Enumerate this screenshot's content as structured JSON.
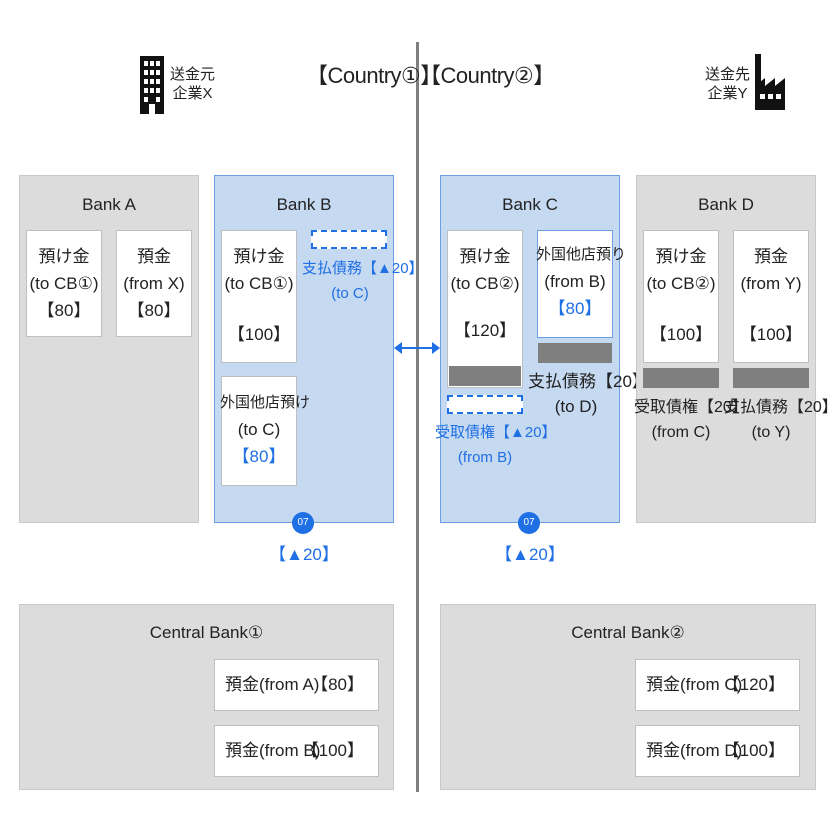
{
  "countries": {
    "c1": "【Country①】",
    "c2": "【Country②】"
  },
  "corporates": {
    "sender": {
      "line1": "送金元",
      "line2": "企業X"
    },
    "receiver": {
      "line1": "送金先",
      "line2": "企業Y"
    }
  },
  "banks": {
    "a": {
      "title": "Bank A",
      "acct1": {
        "line1": "預け金",
        "line2": "(to CB①)",
        "value": "【80】"
      },
      "acct2": {
        "line1": "預金",
        "line2": "(from X)",
        "value": "【80】"
      }
    },
    "b": {
      "title": "Bank B",
      "acct1": {
        "line1": "預け金",
        "line2": "(to CB①)",
        "value": "【100】"
      },
      "acct2": {
        "line1": "外国他店預け",
        "line2": "(to C)",
        "value": "【80】"
      },
      "pending": {
        "line1": "支払債務【▲20】",
        "line2": "(to C)"
      },
      "badge": "07",
      "delta": "【▲20】"
    },
    "c": {
      "title": "Bank C",
      "acct1": {
        "line1": "預け金",
        "line2": "(to CB②)",
        "value": "【120】"
      },
      "acct2": {
        "line1": "外国他店預り",
        "line2": "(from B)",
        "value": "【80】"
      },
      "pending": {
        "line1": "受取債権【▲20】",
        "line2": "(from B)"
      },
      "liability": {
        "line1": "支払債務【20】",
        "line2": "(to D)"
      },
      "badge": "07",
      "delta": "【▲20】"
    },
    "d": {
      "title": "Bank D",
      "acct1": {
        "line1": "預け金",
        "line2": "(to CB②)",
        "value": "【100】"
      },
      "acct2": {
        "line1": "預金",
        "line2": "(from Y)",
        "value": "【100】"
      },
      "claim": {
        "line1": "受取債権【20】",
        "line2": "(from C)"
      },
      "liability": {
        "line1": "支払債務【20】",
        "line2": "(to Y)"
      }
    }
  },
  "central_banks": {
    "cb1": {
      "title": "Central Bank①",
      "rows": [
        {
          "name": "預金(from A)",
          "value": "【80】"
        },
        {
          "name": "預金(from B)",
          "value": "【100】"
        }
      ]
    },
    "cb2": {
      "title": "Central Bank②",
      "rows": [
        {
          "name": "預金(from C)",
          "value": "【120】"
        },
        {
          "name": "預金(from D)",
          "value": "【100】"
        }
      ]
    }
  },
  "colors": {
    "blue": "#1f6fe5",
    "bank_blue": "#c5d9f1",
    "grey": "#dcdcdc",
    "bar": "#7f7f7f"
  }
}
